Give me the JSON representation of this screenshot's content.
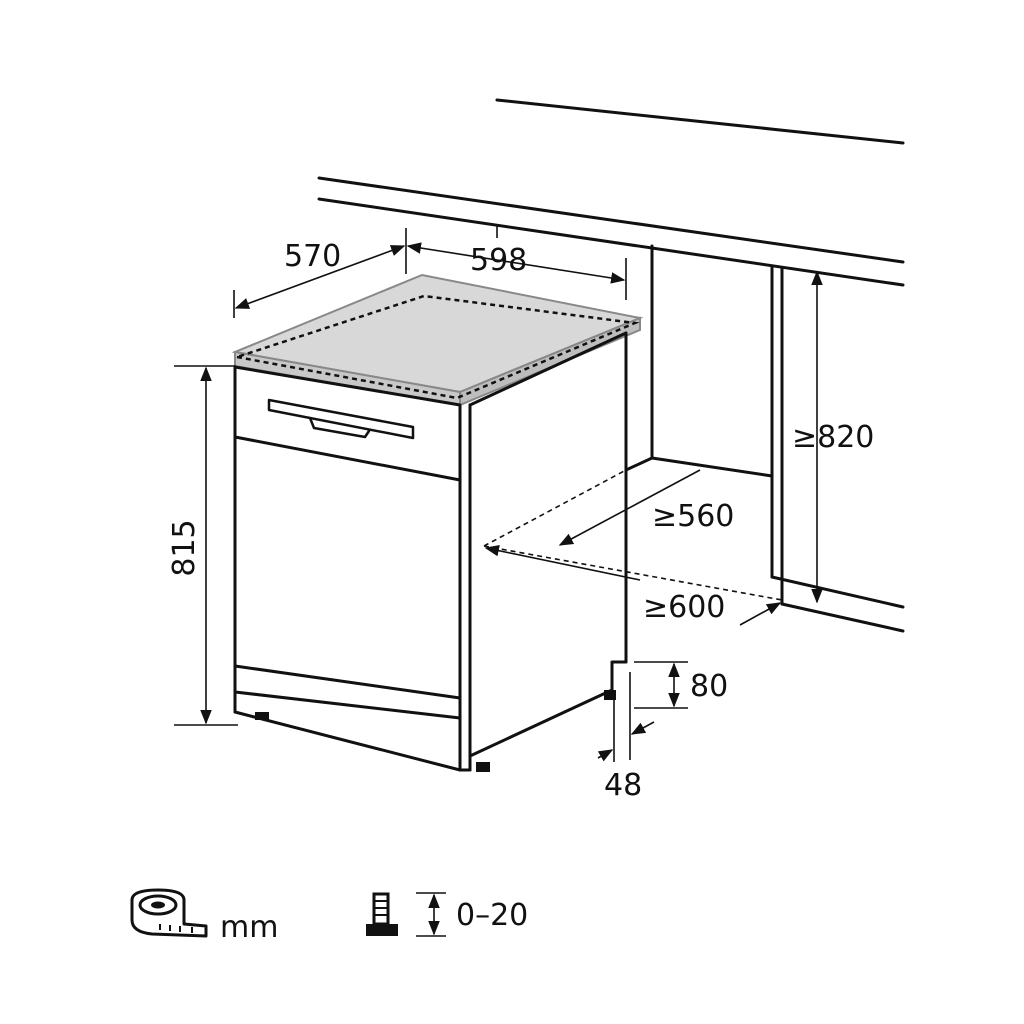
{
  "dimensions": {
    "depth": "570",
    "width": "598",
    "height": "815",
    "niche_height": "≥820",
    "niche_depth": "≥560",
    "niche_width": "≥600",
    "plinth_height": "80",
    "plinth_depth": "48",
    "foot_adjust": "0–20"
  },
  "legend": {
    "unit": "mm",
    "tape_icon": "measuring-tape-icon",
    "foot_icon": "adjustable-foot-icon"
  }
}
